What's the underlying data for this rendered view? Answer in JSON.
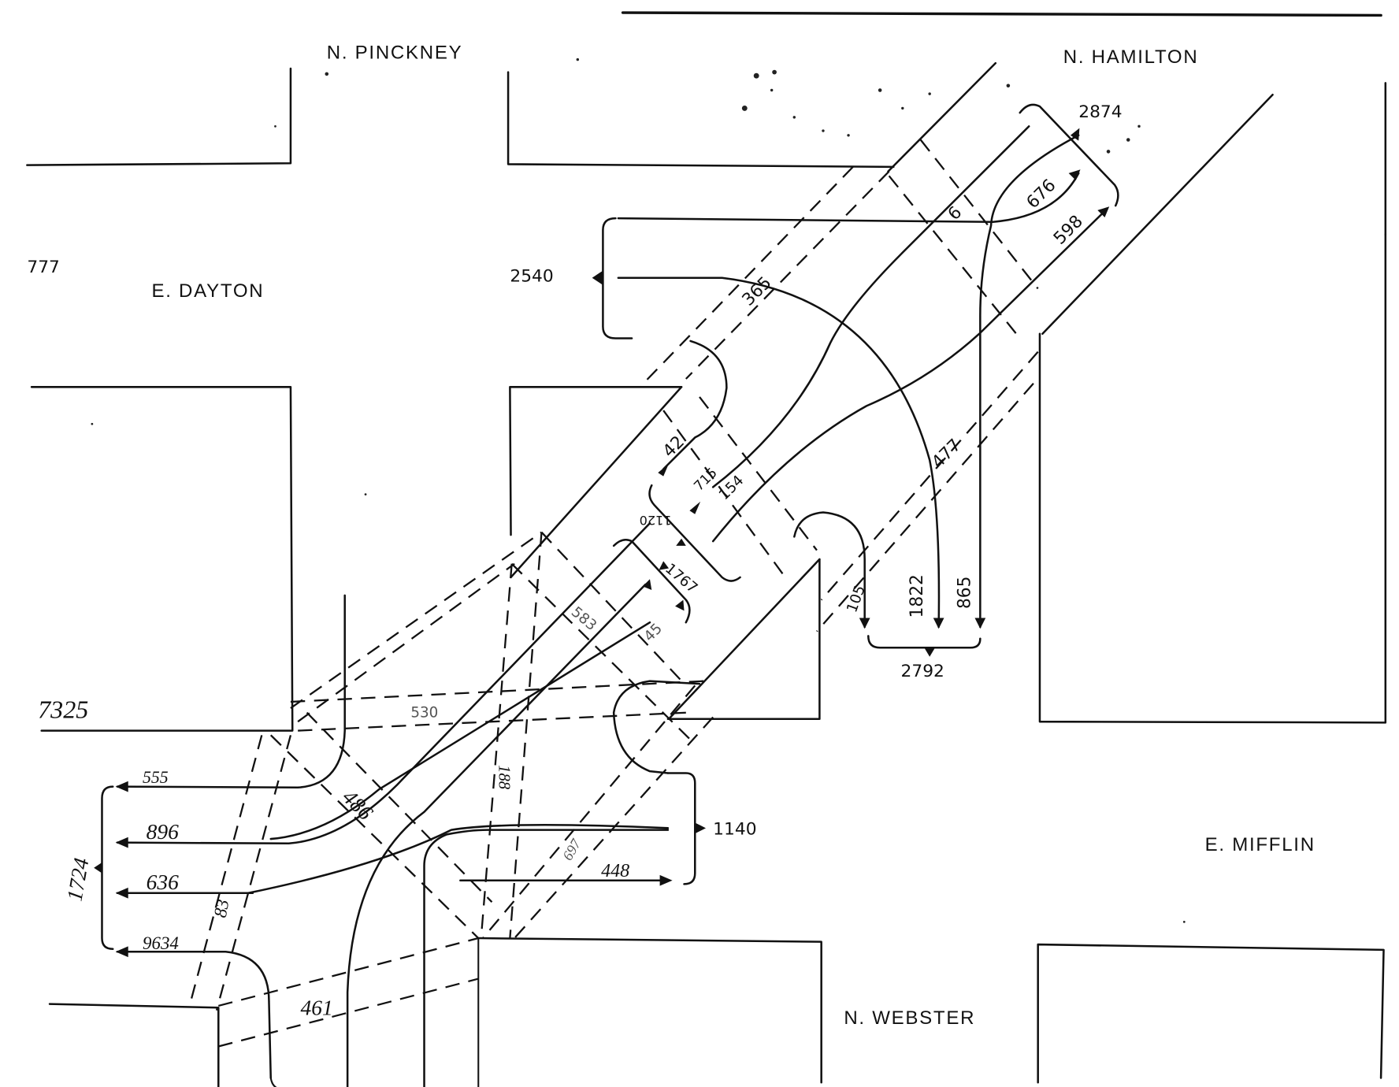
{
  "diagram": {
    "title": "Turning movement volume diagram",
    "streets": {
      "n_pinckney": "N.  PINCKNEY",
      "n_hamilton": "N. HAMILTON",
      "e_dayton": "E. DAYTON",
      "e_mifflin": "E.  MIFFLIN",
      "n_webster": "N. WEBSTER"
    },
    "approach_totals": {
      "dayton_west_margin": "777",
      "dayton_east_approach": "2540",
      "hamilton_north_departure": "2874",
      "mifflin_to_southeast": "2792",
      "pinckney_southwest_total": "7325",
      "pinckney_southwest_departure": "1724",
      "mifflin_east_approach": "1140",
      "center_island_departure": "1767",
      "center_island_approach": "1120"
    },
    "movement_volumes": {
      "v676": "676",
      "v598": "598",
      "v6": "6",
      "v365": "365",
      "v42": "42",
      "v715": "715",
      "v154": "154",
      "v477": "477",
      "v105": "105",
      "v1822": "1822",
      "v865": "865",
      "v555": "555",
      "v896": "896",
      "v636": "636",
      "v9634": "9634",
      "v83": "83",
      "v486": "486",
      "v188": "188",
      "v697": "697",
      "v448": "448",
      "v461": "461",
      "v530": "530",
      "v583": "583",
      "v45": "45"
    }
  }
}
